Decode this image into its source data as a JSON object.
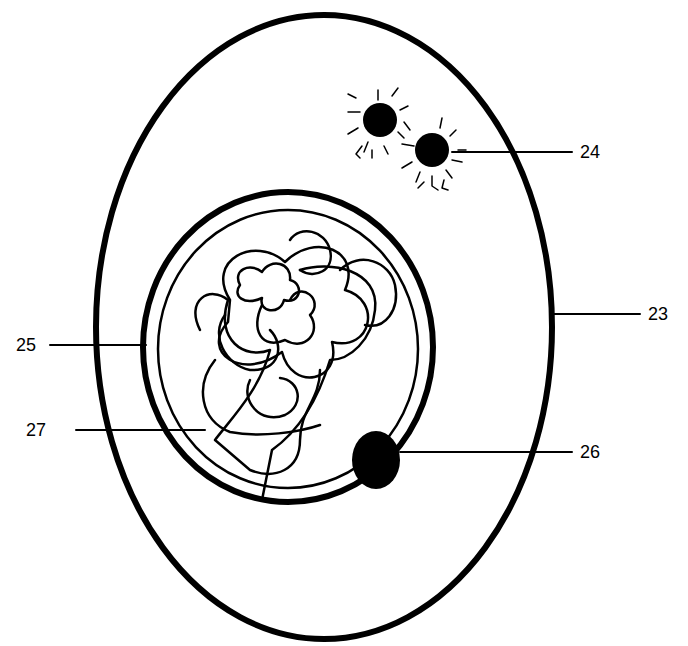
{
  "diagram": {
    "labels": [
      "24",
      "23",
      "25",
      "27",
      "26"
    ]
  }
}
